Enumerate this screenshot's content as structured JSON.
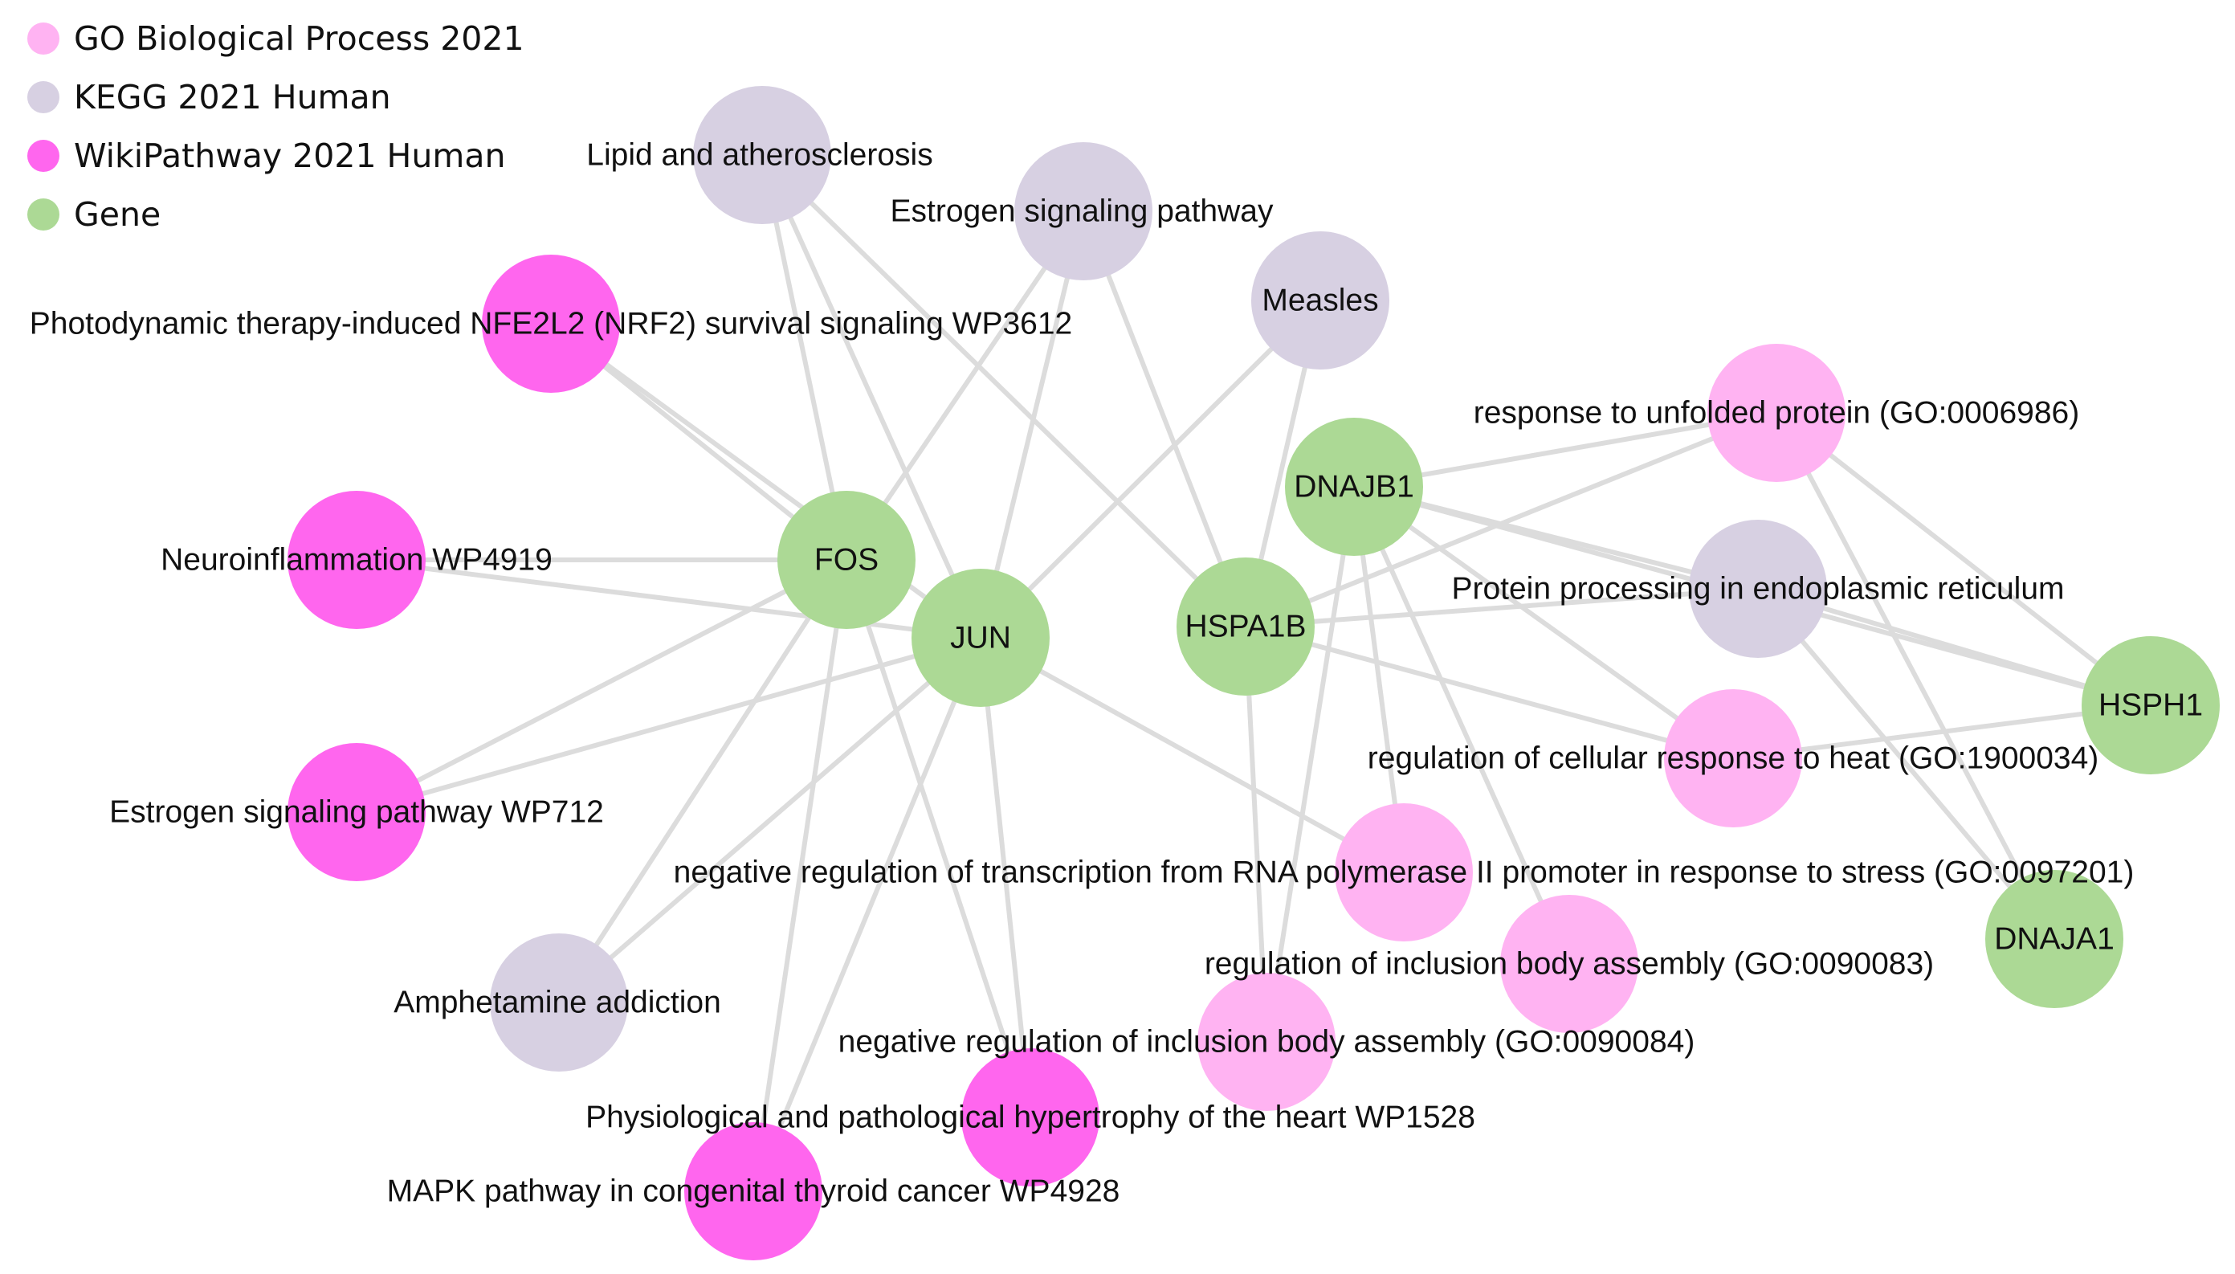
{
  "legend": {
    "items": [
      {
        "id": "go",
        "label": "GO Biological Process 2021",
        "color": "#ffb3f2"
      },
      {
        "id": "kegg",
        "label": "KEGG 2021 Human",
        "color": "#d7d0e2"
      },
      {
        "id": "wiki",
        "label": "WikiPathway 2021 Human",
        "color": "#ff66ee"
      },
      {
        "id": "gene",
        "label": "Gene",
        "color": "#acd995"
      }
    ]
  },
  "nodes": [
    {
      "id": "fos",
      "label": "FOS",
      "category": "gene"
    },
    {
      "id": "jun",
      "label": "JUN",
      "category": "gene"
    },
    {
      "id": "hspa1b",
      "label": "HSPA1B",
      "category": "gene"
    },
    {
      "id": "dnajb1",
      "label": "DNAJB1",
      "category": "gene"
    },
    {
      "id": "hsph1",
      "label": "HSPH1",
      "category": "gene"
    },
    {
      "id": "dnaja1",
      "label": "DNAJA1",
      "category": "gene"
    },
    {
      "id": "lipid",
      "label": "Lipid and atherosclerosis",
      "category": "kegg"
    },
    {
      "id": "estrogen_kegg",
      "label": "Estrogen signaling pathway",
      "category": "kegg"
    },
    {
      "id": "measles",
      "label": "Measles",
      "category": "kegg"
    },
    {
      "id": "protein_er",
      "label": "Protein processing in endoplasmic reticulum",
      "category": "kegg"
    },
    {
      "id": "amphetamine",
      "label": "Amphetamine addiction",
      "category": "kegg"
    },
    {
      "id": "photodynamic",
      "label": "Photodynamic therapy-induced NFE2L2 (NRF2) survival signaling WP3612",
      "category": "wiki"
    },
    {
      "id": "neuroinflammation",
      "label": "Neuroinflammation WP4919",
      "category": "wiki"
    },
    {
      "id": "estrogen_wp",
      "label": "Estrogen signaling pathway WP712",
      "category": "wiki"
    },
    {
      "id": "hypertrophy",
      "label": "Physiological and pathological hypertrophy of the heart WP1528",
      "category": "wiki"
    },
    {
      "id": "mapk",
      "label": "MAPK pathway in congenital thyroid cancer WP4928",
      "category": "wiki"
    },
    {
      "id": "unfolded",
      "label": "response to unfolded protein (GO:0006986)",
      "category": "go"
    },
    {
      "id": "cellular_heat",
      "label": "regulation of cellular response to heat (GO:1900034)",
      "category": "go"
    },
    {
      "id": "neg_transcription",
      "label": "negative regulation of transcription from RNA polymerase II promoter in response to stress (GO:0097201)",
      "category": "go"
    },
    {
      "id": "inclusion",
      "label": "regulation of inclusion body assembly (GO:0090083)",
      "category": "go"
    },
    {
      "id": "neg_inclusion",
      "label": "negative regulation of inclusion body assembly (GO:0090084)",
      "category": "go"
    }
  ],
  "edges": [
    [
      "fos",
      "lipid"
    ],
    [
      "fos",
      "estrogen_kegg"
    ],
    [
      "fos",
      "photodynamic"
    ],
    [
      "fos",
      "neuroinflammation"
    ],
    [
      "fos",
      "estrogen_wp"
    ],
    [
      "fos",
      "amphetamine"
    ],
    [
      "fos",
      "hypertrophy"
    ],
    [
      "fos",
      "mapk"
    ],
    [
      "jun",
      "lipid"
    ],
    [
      "jun",
      "estrogen_kegg"
    ],
    [
      "jun",
      "measles"
    ],
    [
      "jun",
      "photodynamic"
    ],
    [
      "jun",
      "neuroinflammation"
    ],
    [
      "jun",
      "estrogen_wp"
    ],
    [
      "jun",
      "amphetamine"
    ],
    [
      "jun",
      "hypertrophy"
    ],
    [
      "jun",
      "mapk"
    ],
    [
      "jun",
      "neg_transcription"
    ],
    [
      "hspa1b",
      "lipid"
    ],
    [
      "hspa1b",
      "estrogen_kegg"
    ],
    [
      "hspa1b",
      "measles"
    ],
    [
      "hspa1b",
      "unfolded"
    ],
    [
      "hspa1b",
      "protein_er"
    ],
    [
      "hspa1b",
      "cellular_heat"
    ],
    [
      "hspa1b",
      "neg_inclusion"
    ],
    [
      "dnajb1",
      "unfolded"
    ],
    [
      "dnajb1",
      "protein_er"
    ],
    [
      "dnajb1",
      "cellular_heat"
    ],
    [
      "dnajb1",
      "neg_transcription"
    ],
    [
      "dnajb1",
      "inclusion"
    ],
    [
      "dnajb1",
      "neg_inclusion"
    ],
    [
      "dnajb1",
      "hsph1"
    ],
    [
      "hsph1",
      "unfolded"
    ],
    [
      "hsph1",
      "protein_er"
    ],
    [
      "hsph1",
      "cellular_heat"
    ],
    [
      "dnaja1",
      "unfolded"
    ],
    [
      "dnaja1",
      "protein_er"
    ]
  ]
}
